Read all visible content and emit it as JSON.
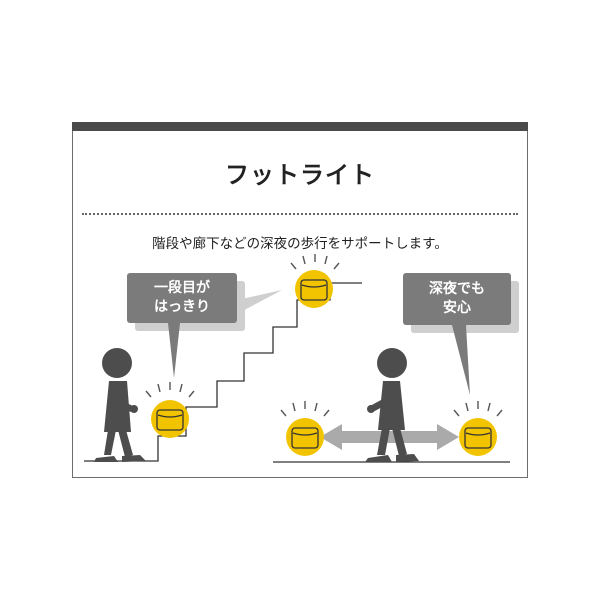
{
  "title": "フットライト",
  "subtitle": "階段や廊下などの深夜の歩行をサポートします。",
  "bubbles": {
    "left": {
      "line1": "一段目が",
      "line2": "はっきり"
    },
    "right": {
      "line1": "深夜でも",
      "line2": "安心"
    }
  },
  "colors": {
    "light": "#f2c400",
    "figure": "#4d4d4d",
    "bubble": "#7b7b7b",
    "line": "#333333"
  }
}
